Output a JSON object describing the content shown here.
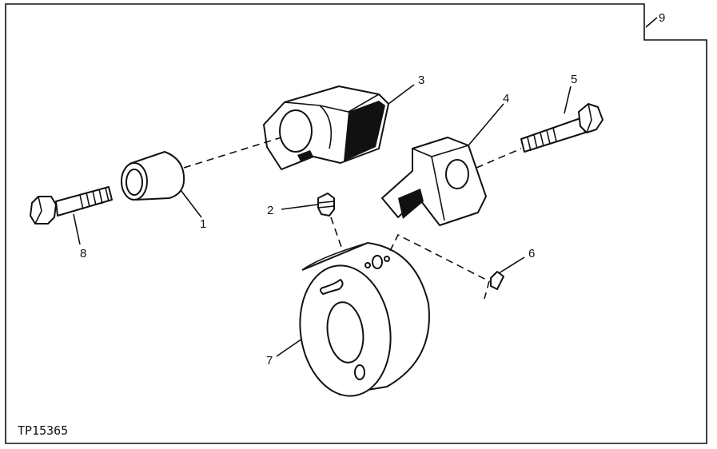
{
  "figure_id": "TP15365",
  "callouts": [
    "1",
    "2",
    "3",
    "4",
    "5",
    "6",
    "7",
    "8",
    "9"
  ]
}
